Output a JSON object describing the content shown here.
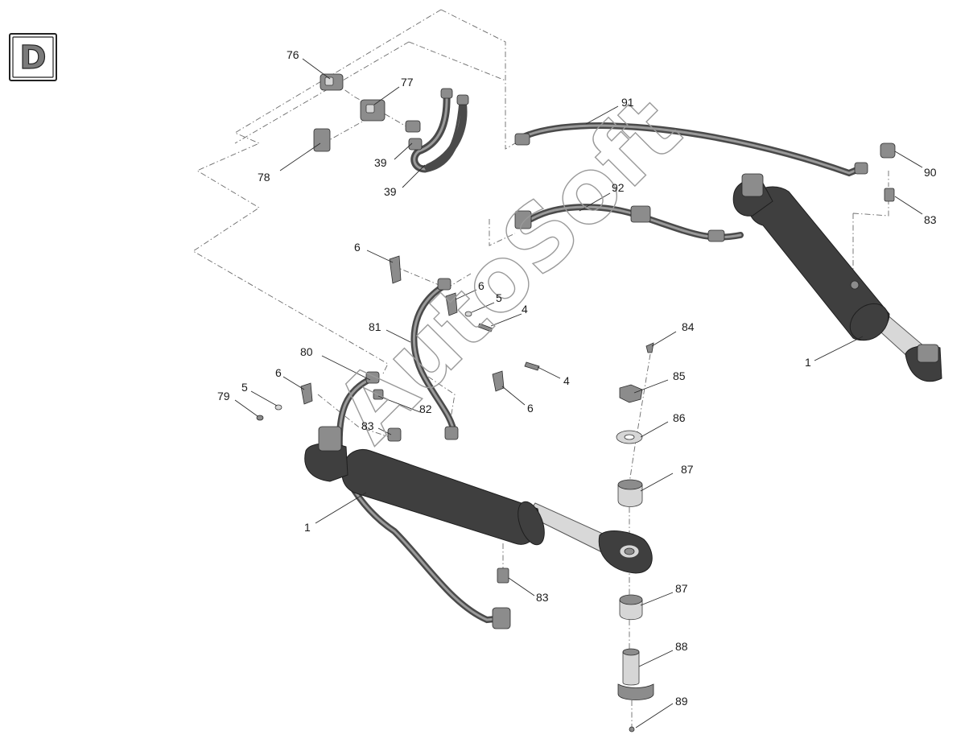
{
  "section_badge": "D",
  "watermark": "AutoSoft",
  "callouts": [
    {
      "id": "c76",
      "text": "76"
    },
    {
      "id": "c77",
      "text": "77"
    },
    {
      "id": "c78",
      "text": "78"
    },
    {
      "id": "c39a",
      "text": "39"
    },
    {
      "id": "c39b",
      "text": "39"
    },
    {
      "id": "c91",
      "text": "91"
    },
    {
      "id": "c90",
      "text": "90"
    },
    {
      "id": "c92",
      "text": "92"
    },
    {
      "id": "c83a",
      "text": "83"
    },
    {
      "id": "c6a",
      "text": "6"
    },
    {
      "id": "c6b",
      "text": "6"
    },
    {
      "id": "c5a",
      "text": "5"
    },
    {
      "id": "c4a",
      "text": "4"
    },
    {
      "id": "c81",
      "text": "81"
    },
    {
      "id": "c84",
      "text": "84"
    },
    {
      "id": "c1a",
      "text": "1"
    },
    {
      "id": "c80",
      "text": "80"
    },
    {
      "id": "c6c",
      "text": "6"
    },
    {
      "id": "c4b",
      "text": "4"
    },
    {
      "id": "c85",
      "text": "85"
    },
    {
      "id": "c5b",
      "text": "5"
    },
    {
      "id": "c79",
      "text": "79"
    },
    {
      "id": "c82",
      "text": "82"
    },
    {
      "id": "c6d",
      "text": "6"
    },
    {
      "id": "c83b",
      "text": "83"
    },
    {
      "id": "c86",
      "text": "86"
    },
    {
      "id": "c87a",
      "text": "87"
    },
    {
      "id": "c1b",
      "text": "1"
    },
    {
      "id": "c83c",
      "text": "83"
    },
    {
      "id": "c87b",
      "text": "87"
    },
    {
      "id": "c88",
      "text": "88"
    },
    {
      "id": "c89",
      "text": "89"
    }
  ]
}
